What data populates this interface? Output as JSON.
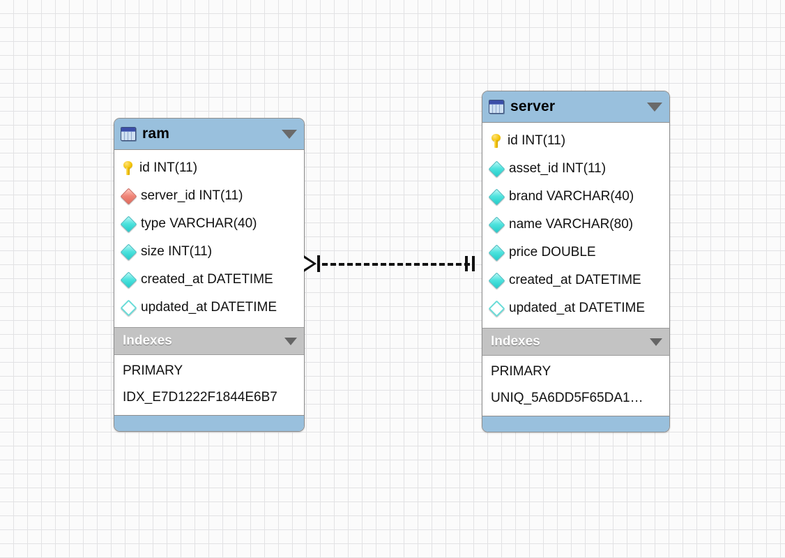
{
  "diagram": {
    "kind": "er-diagram",
    "background": "#fbfbfb",
    "grid_color": "#e2e2e4",
    "header_color": "#99c0dd",
    "index_bar_color": "#c3c3c3"
  },
  "tables": [
    {
      "name": "ram",
      "icon": "table-icon",
      "collapse_icon": "chevron-down-icon",
      "columns": [
        {
          "label": "id INT(11)",
          "icon": "primary-key-icon"
        },
        {
          "label": "server_id INT(11)",
          "icon": "foreign-key-diamond-icon"
        },
        {
          "label": "type VARCHAR(40)",
          "icon": "not-null-diamond-icon"
        },
        {
          "label": "size INT(11)",
          "icon": "not-null-diamond-icon"
        },
        {
          "label": "created_at DATETIME",
          "icon": "not-null-diamond-icon"
        },
        {
          "label": "updated_at DATETIME",
          "icon": "nullable-diamond-icon"
        }
      ],
      "indexes_label": "Indexes",
      "indexes": [
        "PRIMARY",
        "IDX_E7D1222F1844E6B7"
      ]
    },
    {
      "name": "server",
      "icon": "table-icon",
      "collapse_icon": "chevron-down-icon",
      "columns": [
        {
          "label": "id INT(11)",
          "icon": "primary-key-icon"
        },
        {
          "label": "asset_id INT(11)",
          "icon": "not-null-diamond-icon"
        },
        {
          "label": "brand VARCHAR(40)",
          "icon": "not-null-diamond-icon"
        },
        {
          "label": "name VARCHAR(80)",
          "icon": "not-null-diamond-icon"
        },
        {
          "label": "price DOUBLE",
          "icon": "not-null-diamond-icon"
        },
        {
          "label": "created_at DATETIME",
          "icon": "not-null-diamond-icon"
        },
        {
          "label": "updated_at DATETIME",
          "icon": "nullable-diamond-icon"
        }
      ],
      "indexes_label": "Indexes",
      "indexes": [
        "PRIMARY",
        "UNIQ_5A6DD5F65DA1…"
      ]
    }
  ],
  "relationship": {
    "style": "non-identifying-dashed",
    "left_notation": "crows-foot-many",
    "right_notation": "one-and-only-one"
  }
}
